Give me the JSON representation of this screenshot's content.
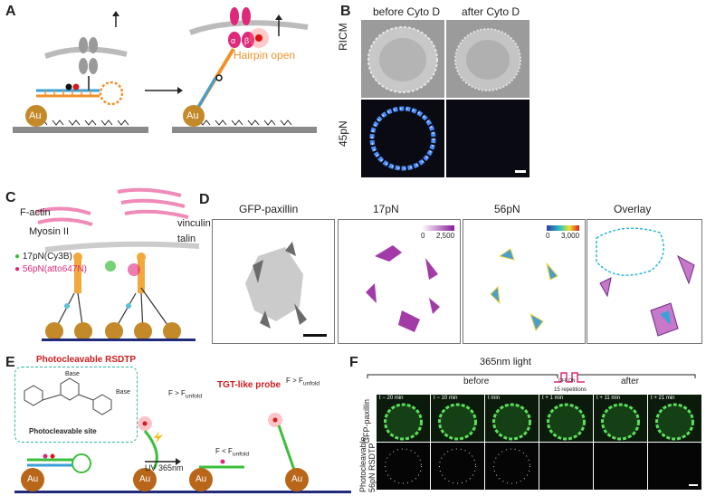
{
  "panels": {
    "a": {
      "letter": "A",
      "hairpin_label": "Hairpin open",
      "au": "Au",
      "alpha": "α",
      "beta": "β"
    },
    "b": {
      "letter": "B",
      "col1": "before Cyto D",
      "col2": "after Cyto D",
      "row1": "RICM",
      "row2": "45pN"
    },
    "c": {
      "letter": "C",
      "factin": "F-actin",
      "myosin": "Myosin II",
      "vinculin": "vinculin",
      "talin": "talin",
      "legend1": "17pN(Cy3B)",
      "legend2": "56pN(atto647N)",
      "au": "Au"
    },
    "d": {
      "letter": "D",
      "titles": [
        "GFP-paxillin",
        "17pN",
        "56pN",
        "Overlay"
      ],
      "cbar17": {
        "min": "0",
        "max": "2,500"
      },
      "cbar56": {
        "min": "0",
        "max": "3,000"
      }
    },
    "e": {
      "letter": "E",
      "box_title": "Photocleavable RSDTP",
      "site": "Photocleavable site",
      "base": "Base",
      "uv": "UV 365nm",
      "tgt": "TGT-like probe",
      "f_gt": "F > F",
      "f_lt": "F < F",
      "unfold": "unfold",
      "au": "Au"
    },
    "f": {
      "letter": "F",
      "light": "365nm light",
      "before": "before",
      "after": "after",
      "on": "ON",
      "off": "OFF",
      "reps": "15 repetitions",
      "row1": "GFP-paxillin",
      "row2a": "Photocleavable",
      "row2b": "56pN RSDTP",
      "times": [
        "t − 20 min",
        "t − 10 min",
        "t min",
        "t + 1 min",
        "t + 11 min",
        "t + 21 min"
      ]
    }
  },
  "colors": {
    "orange": "#f0922b",
    "pink": "#e0287a",
    "blue_strand": "#3aa0d8",
    "gold": "#c48a2a",
    "green": "#3bbf3b",
    "navy": "#1f2a78"
  }
}
